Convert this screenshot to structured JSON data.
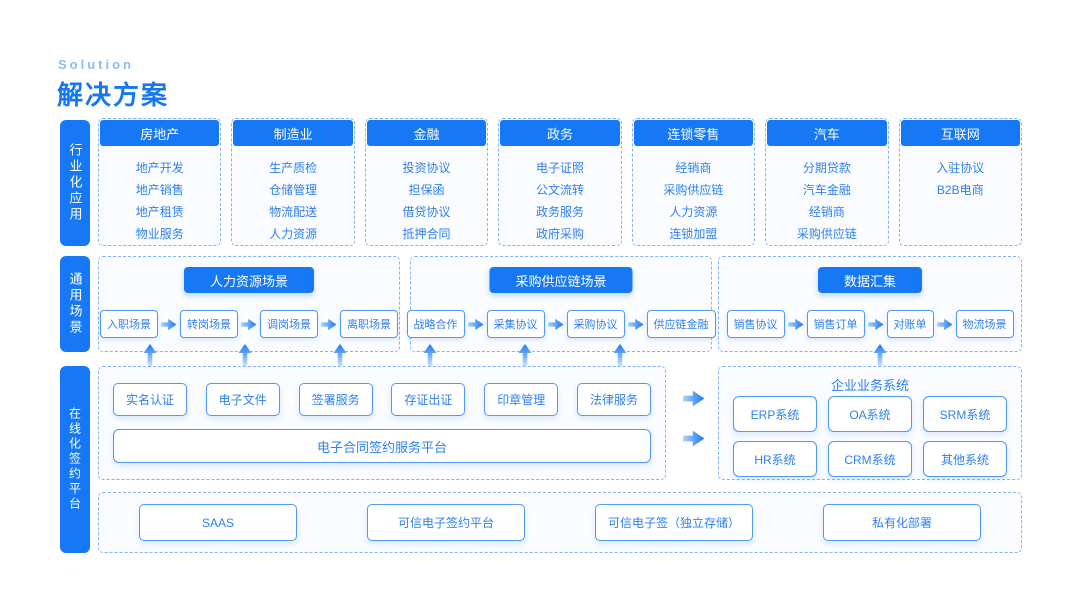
{
  "header": {
    "eyebrow": "Solution",
    "title": "解决方案"
  },
  "colors": {
    "primary": "#1778F6",
    "dashed_border": "#84B3F4",
    "box_border": "#5098F6",
    "text_blue": "#2F80F2"
  },
  "industry": {
    "rail_label": "行业化应用",
    "columns": [
      {
        "title": "房地产",
        "items": [
          "地产开发",
          "地产销售",
          "地产租赁",
          "物业服务"
        ]
      },
      {
        "title": "制造业",
        "items": [
          "生产质检",
          "仓储管理",
          "物流配送",
          "人力资源"
        ]
      },
      {
        "title": "金融",
        "items": [
          "投资协议",
          "担保函",
          "借贷协议",
          "抵押合同"
        ]
      },
      {
        "title": "政务",
        "items": [
          "电子证照",
          "公文流转",
          "政务服务",
          "政府采购"
        ]
      },
      {
        "title": "连锁零售",
        "items": [
          "经销商",
          "采购供应链",
          "人力资源",
          "连锁加盟"
        ]
      },
      {
        "title": "汽车",
        "items": [
          "分期贷款",
          "汽车金融",
          "经销商",
          "采购供应链"
        ]
      },
      {
        "title": "互联网",
        "items": [
          "入驻协议",
          "B2B电商"
        ]
      }
    ]
  },
  "scenarios": {
    "rail_label": "通用场景",
    "groups": [
      {
        "title": "人力资源场景",
        "steps": [
          "入职场景",
          "转岗场景",
          "调岗场景",
          "离职场景"
        ]
      },
      {
        "title": "采购供应链场景",
        "steps": [
          "战略合作",
          "采集协议",
          "采购协议",
          "供应链金融"
        ]
      },
      {
        "title": "数据汇集",
        "steps": [
          "销售协议",
          "销售订单",
          "对账单",
          "物流场景"
        ]
      }
    ]
  },
  "platform": {
    "rail_label": "在线化签约平台",
    "services": [
      "实名认证",
      "电子文件",
      "签署服务",
      "存证出证",
      "印章管理",
      "法律服务"
    ],
    "platform_bar": "电子合同签约服务平台",
    "enterprise": {
      "title": "企业业务系统",
      "systems": [
        "ERP系统",
        "OA系统",
        "SRM系统",
        "HR系统",
        "CRM系统",
        "其他系统"
      ]
    },
    "deployments": [
      "SAAS",
      "可信电子签约平台",
      "可信电子签（独立存储）",
      "私有化部署"
    ]
  }
}
